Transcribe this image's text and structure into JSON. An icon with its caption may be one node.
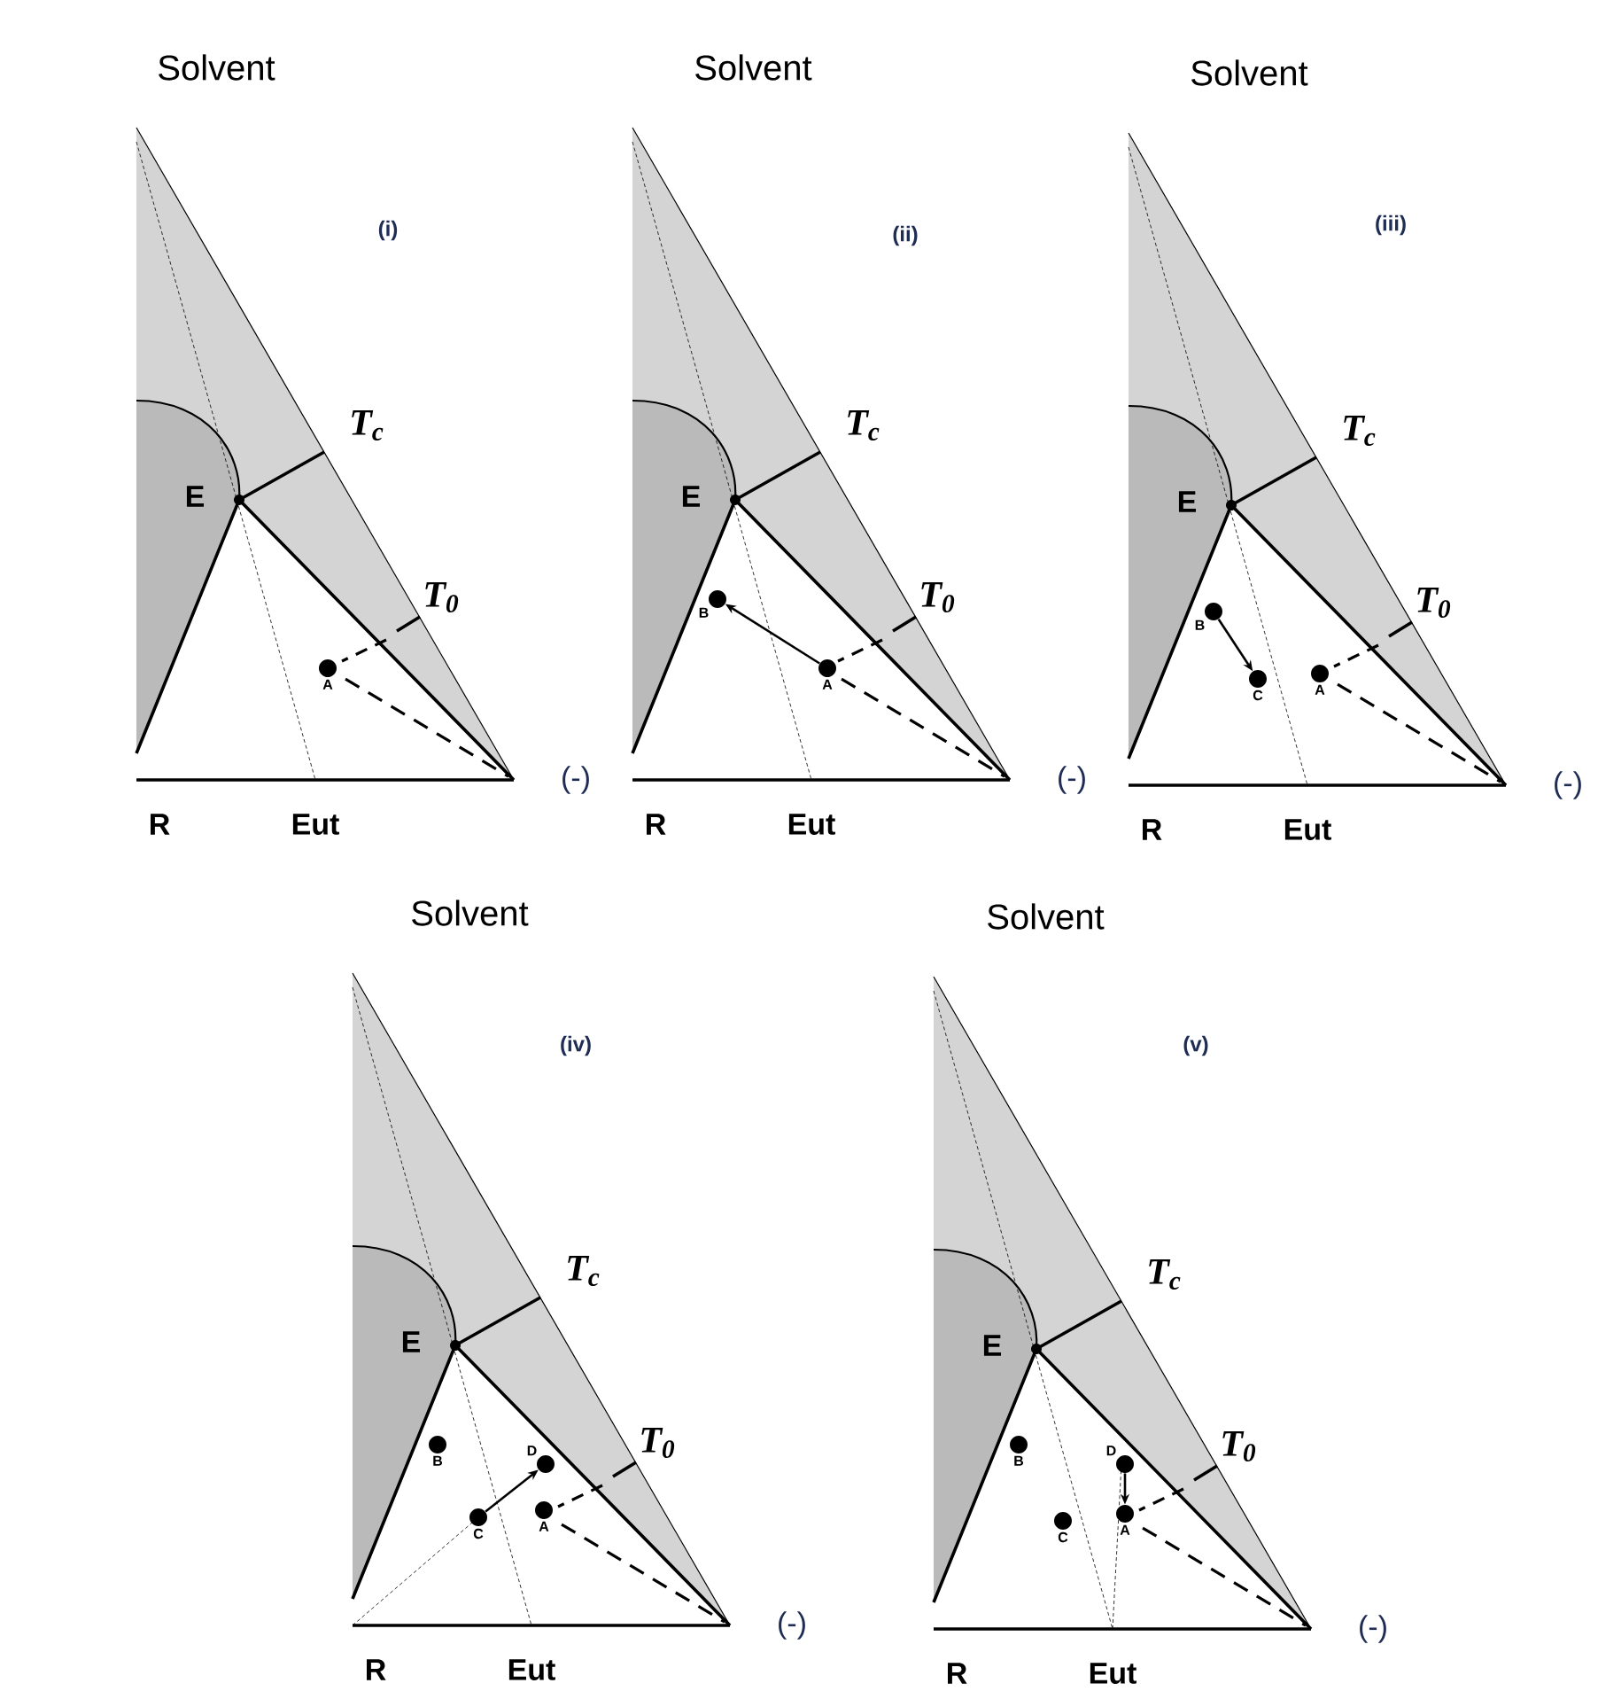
{
  "diagram": {
    "nodes": [
      {
        "text": [
          "A"
        ]
      },
      {
        "text": [
          "B"
        ]
      },
      {
        "text": [
          "A"
        ]
      },
      {
        "text": [
          "B"
        ]
      },
      {
        "text": [
          "C"
        ]
      },
      {
        "text": [
          "A"
        ]
      },
      {
        "text": [
          "B"
        ]
      },
      {
        "text": [
          "D"
        ]
      },
      {
        "text": [
          "C"
        ]
      },
      {
        "text": [
          "A"
        ]
      },
      {
        "text": [
          "B"
        ]
      },
      {
        "text": [
          "D"
        ]
      },
      {
        "text": [
          "C"
        ]
      },
      {
        "text": [
          "A"
        ]
      }
    ],
    "edges": [
      {
        "from": 2,
        "to": 1,
        "arrow": "to"
      },
      {
        "from": 3,
        "to": 4,
        "arrow": "to"
      },
      {
        "from": 8,
        "to": 7,
        "arrow": "to"
      },
      {
        "from": 11,
        "to": 13,
        "arrow": "to"
      }
    ],
    "labels": [
      "Solvent",
      "(i)",
      "T$_{c}$",
      "E",
      "T$_{0}$",
      "(-)",
      "R",
      "Eut",
      "Solvent",
      "(ii)",
      "T$_{c}$",
      "E",
      "T$_{0}$",
      "(-)",
      "R",
      "Eut",
      "Solvent",
      "(iii)",
      "T$_{c}$",
      "E",
      "T$_{0}$",
      "(-)",
      "R",
      "Eut",
      "Solvent",
      "(iv)",
      "T$_{c}$",
      "E",
      "T$_{0}$",
      "(-)",
      "R",
      "Eut",
      "Solvent",
      "(v)",
      "T$_{c}$",
      "E",
      "T$_{0}$",
      "(-)",
      "R",
      "Eut"
    ]
  }
}
